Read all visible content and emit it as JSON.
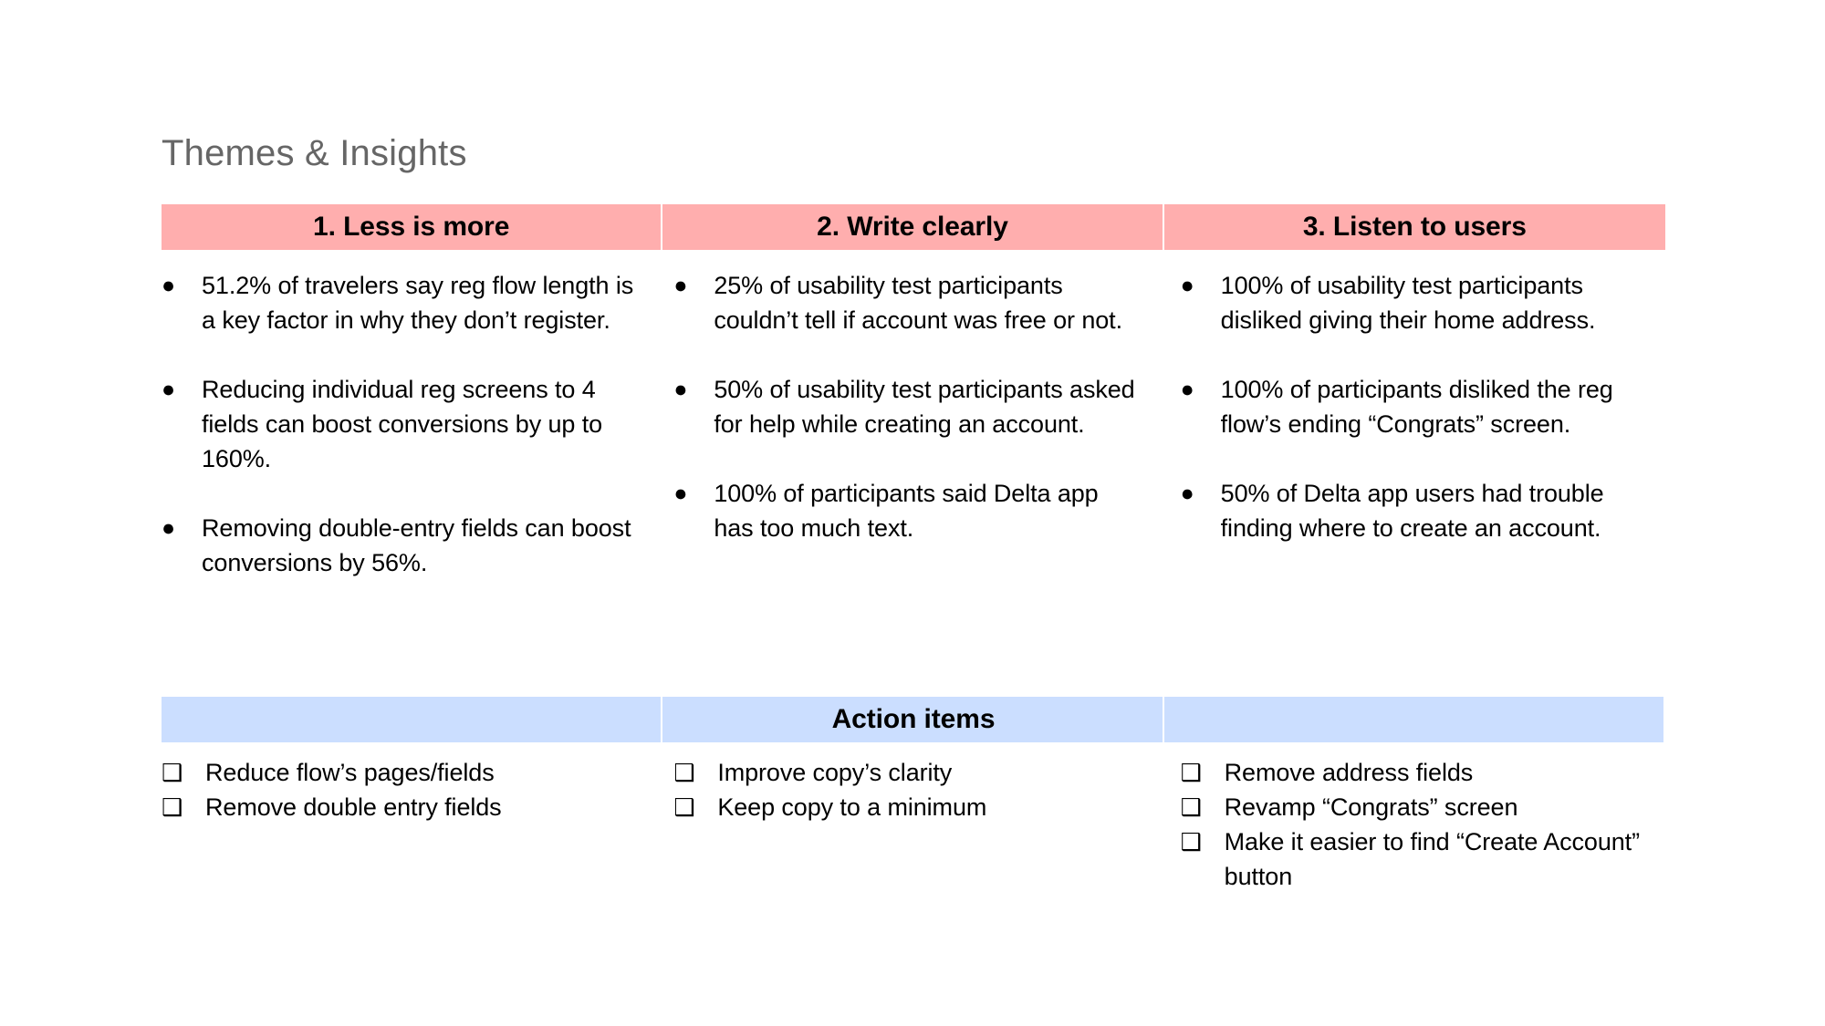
{
  "slide": {
    "title": "Themes & Insights"
  },
  "colors": {
    "header_band": "#ffaeae",
    "action_band": "#cbdeff",
    "title_text": "#666666",
    "body_text": "#000000",
    "divider": "#ffffff"
  },
  "icons": {
    "bullet": "●",
    "checkbox": "❑"
  },
  "columns": [
    {
      "header": "1. Less is more",
      "insights": [
        "51.2% of travelers say reg flow length is a key factor in why they don’t register.",
        "Reducing individual reg screens to 4 fields can boost conversions by up to 160%.",
        "Removing double-entry fields can boost conversions by 56%."
      ],
      "actions": [
        "Reduce flow’s pages/fields",
        "Remove double entry fields"
      ]
    },
    {
      "header": "2. Write clearly",
      "insights": [
        "25% of usability test participants couldn’t tell if account was free or not.",
        "50% of usability test participants asked for help while creating an account.",
        "100% of participants said Delta app has too much text."
      ],
      "actions": [
        "Improve copy’s clarity",
        "Keep copy to a minimum"
      ]
    },
    {
      "header": "3. Listen to users",
      "insights": [
        "100% of usability test participants disliked giving their home address.",
        "100% of participants disliked the reg flow’s ending “Congrats” screen.",
        "50% of Delta app users had trouble finding where to create an account."
      ],
      "actions": [
        "Remove address fields",
        "Revamp “Congrats” screen",
        "Make it easier to find “Create Account” button"
      ]
    }
  ],
  "action_section": {
    "title": "Action items"
  }
}
